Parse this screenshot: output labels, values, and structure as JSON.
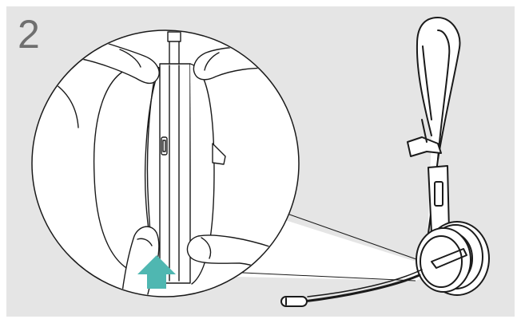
{
  "illustration": {
    "step_number": "2",
    "colors": {
      "background": "#e5e5e5",
      "line": "#1a1a1a",
      "step_number": "#6f6f6f",
      "arrow": "#4fb7b1",
      "white": "#ffffff"
    },
    "icons": [
      "headset-illustration",
      "magnifier-detail",
      "finger-drawing",
      "push-up-arrow-icon"
    ]
  }
}
